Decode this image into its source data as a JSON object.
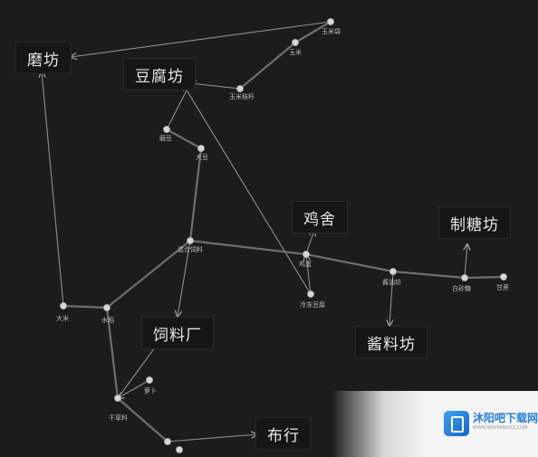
{
  "facilities": {
    "mill": "磨坊",
    "tofu_shop": "豆腐坊",
    "chicken_coop": "鸡舍",
    "sugar_mill": "制糖坊",
    "feed_mill": "饲料厂",
    "sauce_shop": "酱料坊",
    "cloth_shop": "布行"
  },
  "nodes": [
    {
      "id": "n_top",
      "label": "玉米袋"
    },
    {
      "id": "n_corn",
      "label": "玉米"
    },
    {
      "id": "n_cornstalk",
      "label": "玉米秸秆"
    },
    {
      "id": "n_milledbean",
      "label": "磨豆"
    },
    {
      "id": "n_soy",
      "label": "大豆"
    },
    {
      "id": "n_hub",
      "label": "混合饲料"
    },
    {
      "id": "n_egg",
      "label": "鸡蛋"
    },
    {
      "id": "n_tofu2",
      "label": "冷冻豆腐"
    },
    {
      "id": "n_soysauce",
      "label": "酱油坊"
    },
    {
      "id": "n_sugar",
      "label": "白砂糖"
    },
    {
      "id": "n_sugarcane",
      "label": "甘蔗"
    },
    {
      "id": "n_wheat",
      "label": "大米"
    },
    {
      "id": "n_rice",
      "label": "水稻"
    },
    {
      "id": "n_radish",
      "label": "萝卜"
    },
    {
      "id": "n_bottom",
      "label": "干草料"
    },
    {
      "id": "n_cotton",
      "label": ""
    },
    {
      "id": "n_small",
      "label": ""
    }
  ],
  "watermark": {
    "title": "沐阳吧下载网",
    "subtitle": "WWW.SHUYANGXZ.COM"
  }
}
